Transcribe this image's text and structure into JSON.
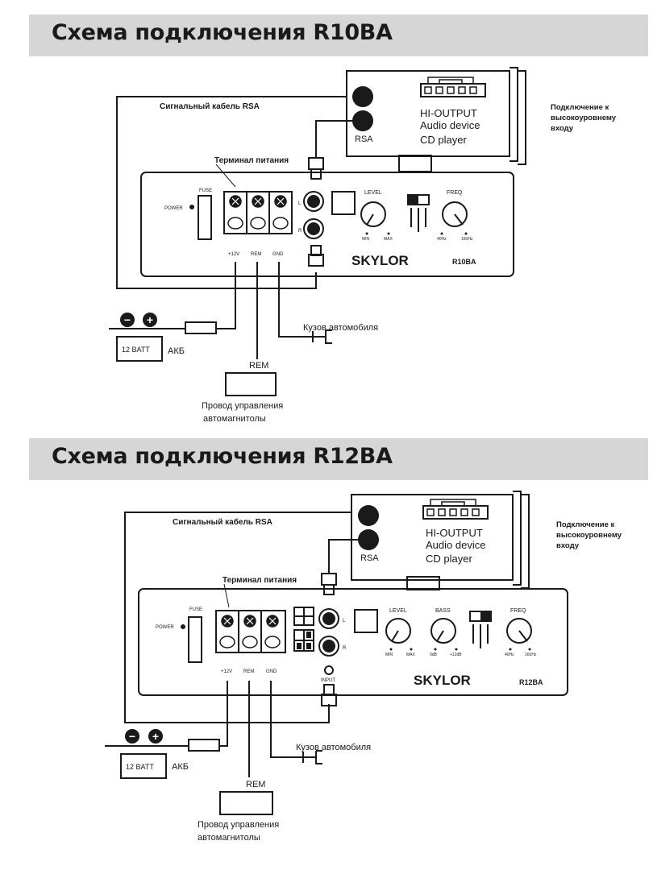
{
  "sections": [
    {
      "title": "Схема подключения R10BA",
      "model": "R10BA",
      "brand": "SKYLOR",
      "signal_cable": "Сигнальный кабель RSA",
      "power_terminal": "Терминал питания",
      "hi_output": "HI-OUTPUT",
      "audio_device": "Audio device",
      "cd_player": "CD player",
      "rsa": "RSA",
      "hi_level_note": [
        "Подключение к",
        "высокоуровнему",
        "входу"
      ],
      "power": "POWER",
      "fuse": "FUSE",
      "terminals": [
        "+12V",
        "REM",
        "GND"
      ],
      "channel_l": "L",
      "channel_r": "R",
      "level": "LEVEL",
      "level_min": "MIN",
      "level_max": "MAX",
      "freq": "FREQ",
      "freq_min": "40Hz",
      "freq_max": "160Hz",
      "battery": "12 BATT",
      "minus": "−",
      "plus": "+",
      "akb": "АКБ",
      "ground": "Кузов автомобиля",
      "rem": "REM",
      "rem_wire": [
        "Провод управления",
        "автомагнитолы"
      ]
    },
    {
      "title": "Схема подключения R12BA",
      "model": "R12BA",
      "brand": "SKYLOR",
      "signal_cable": "Сигнальный кабель RSA",
      "power_terminal": "Терминал питания",
      "hi_output": "HI-OUTPUT",
      "audio_device": "Audio device",
      "cd_player": "CD player",
      "rsa": "RSA",
      "hi_level_note": [
        "Подключение к",
        "высокоуровнему",
        "входу"
      ],
      "power": "POWER",
      "fuse": "FUSE",
      "terminals": [
        "+12V",
        "REM",
        "GND"
      ],
      "channel_l": "L",
      "channel_r": "R",
      "input": "INPUT",
      "level": "LEVEL",
      "level_min": "MIN",
      "level_max": "MAX",
      "bass": "BASS",
      "bass_min": "0dB",
      "bass_max": "+12dB",
      "freq": "FREQ",
      "freq_min": "40Hz",
      "freq_max": "160Hz",
      "battery": "12 BATT",
      "minus": "−",
      "plus": "+",
      "akb": "АКБ",
      "ground": "Кузов автомобиля",
      "rem": "REM",
      "rem_wire": [
        "Провод управления",
        "автомагнитолы"
      ]
    }
  ]
}
